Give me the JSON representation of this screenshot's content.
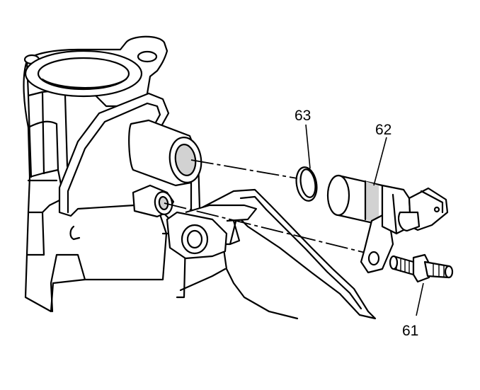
{
  "callouts": {
    "fastener": "61",
    "sensor": "62",
    "o_ring": "63"
  },
  "colors": {
    "ink": "#000000",
    "shade": "#d2d2d2",
    "paper": "#ffffff"
  }
}
